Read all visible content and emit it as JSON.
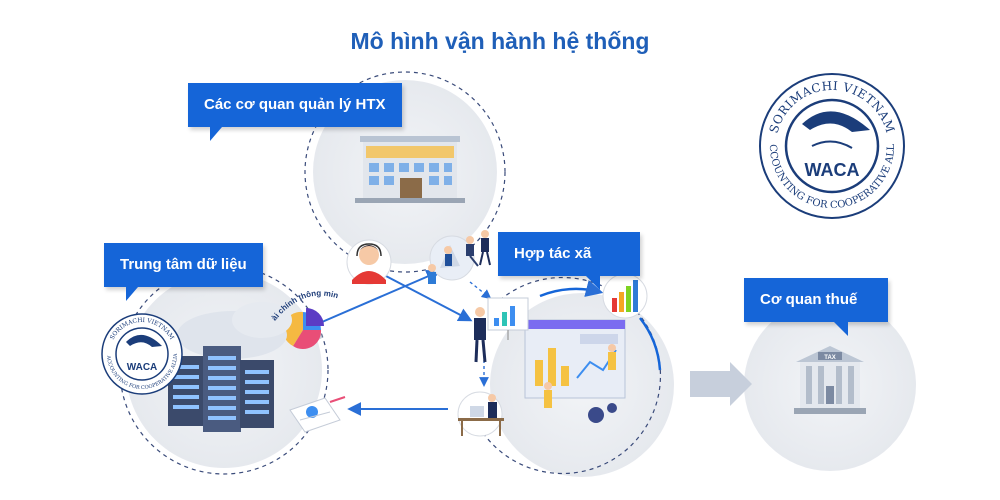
{
  "title": "Mô hình vận hành hệ thống",
  "nodes": {
    "htx_agency": {
      "label": "Các cơ quan quản lý HTX"
    },
    "data_center": {
      "label": "Trung tâm dữ liệu"
    },
    "cooperative": {
      "label": "Hợp tác xã"
    },
    "tax_agency": {
      "label": "Cơ quan thuế"
    }
  },
  "pie_caption": "Tài chính thông minh",
  "logo": {
    "org": "SORIMACHI VIETNAM",
    "tagline": "WEB ACCOUNTING FOR COOPERATIVE ALLIANCE",
    "name": "WACA"
  },
  "tax_building_sign": "TAX",
  "colors": {
    "accent": "#1565d8",
    "title": "#1f5fb8",
    "logo": "#1b3d7a",
    "arrow": "#2a6fd6"
  }
}
